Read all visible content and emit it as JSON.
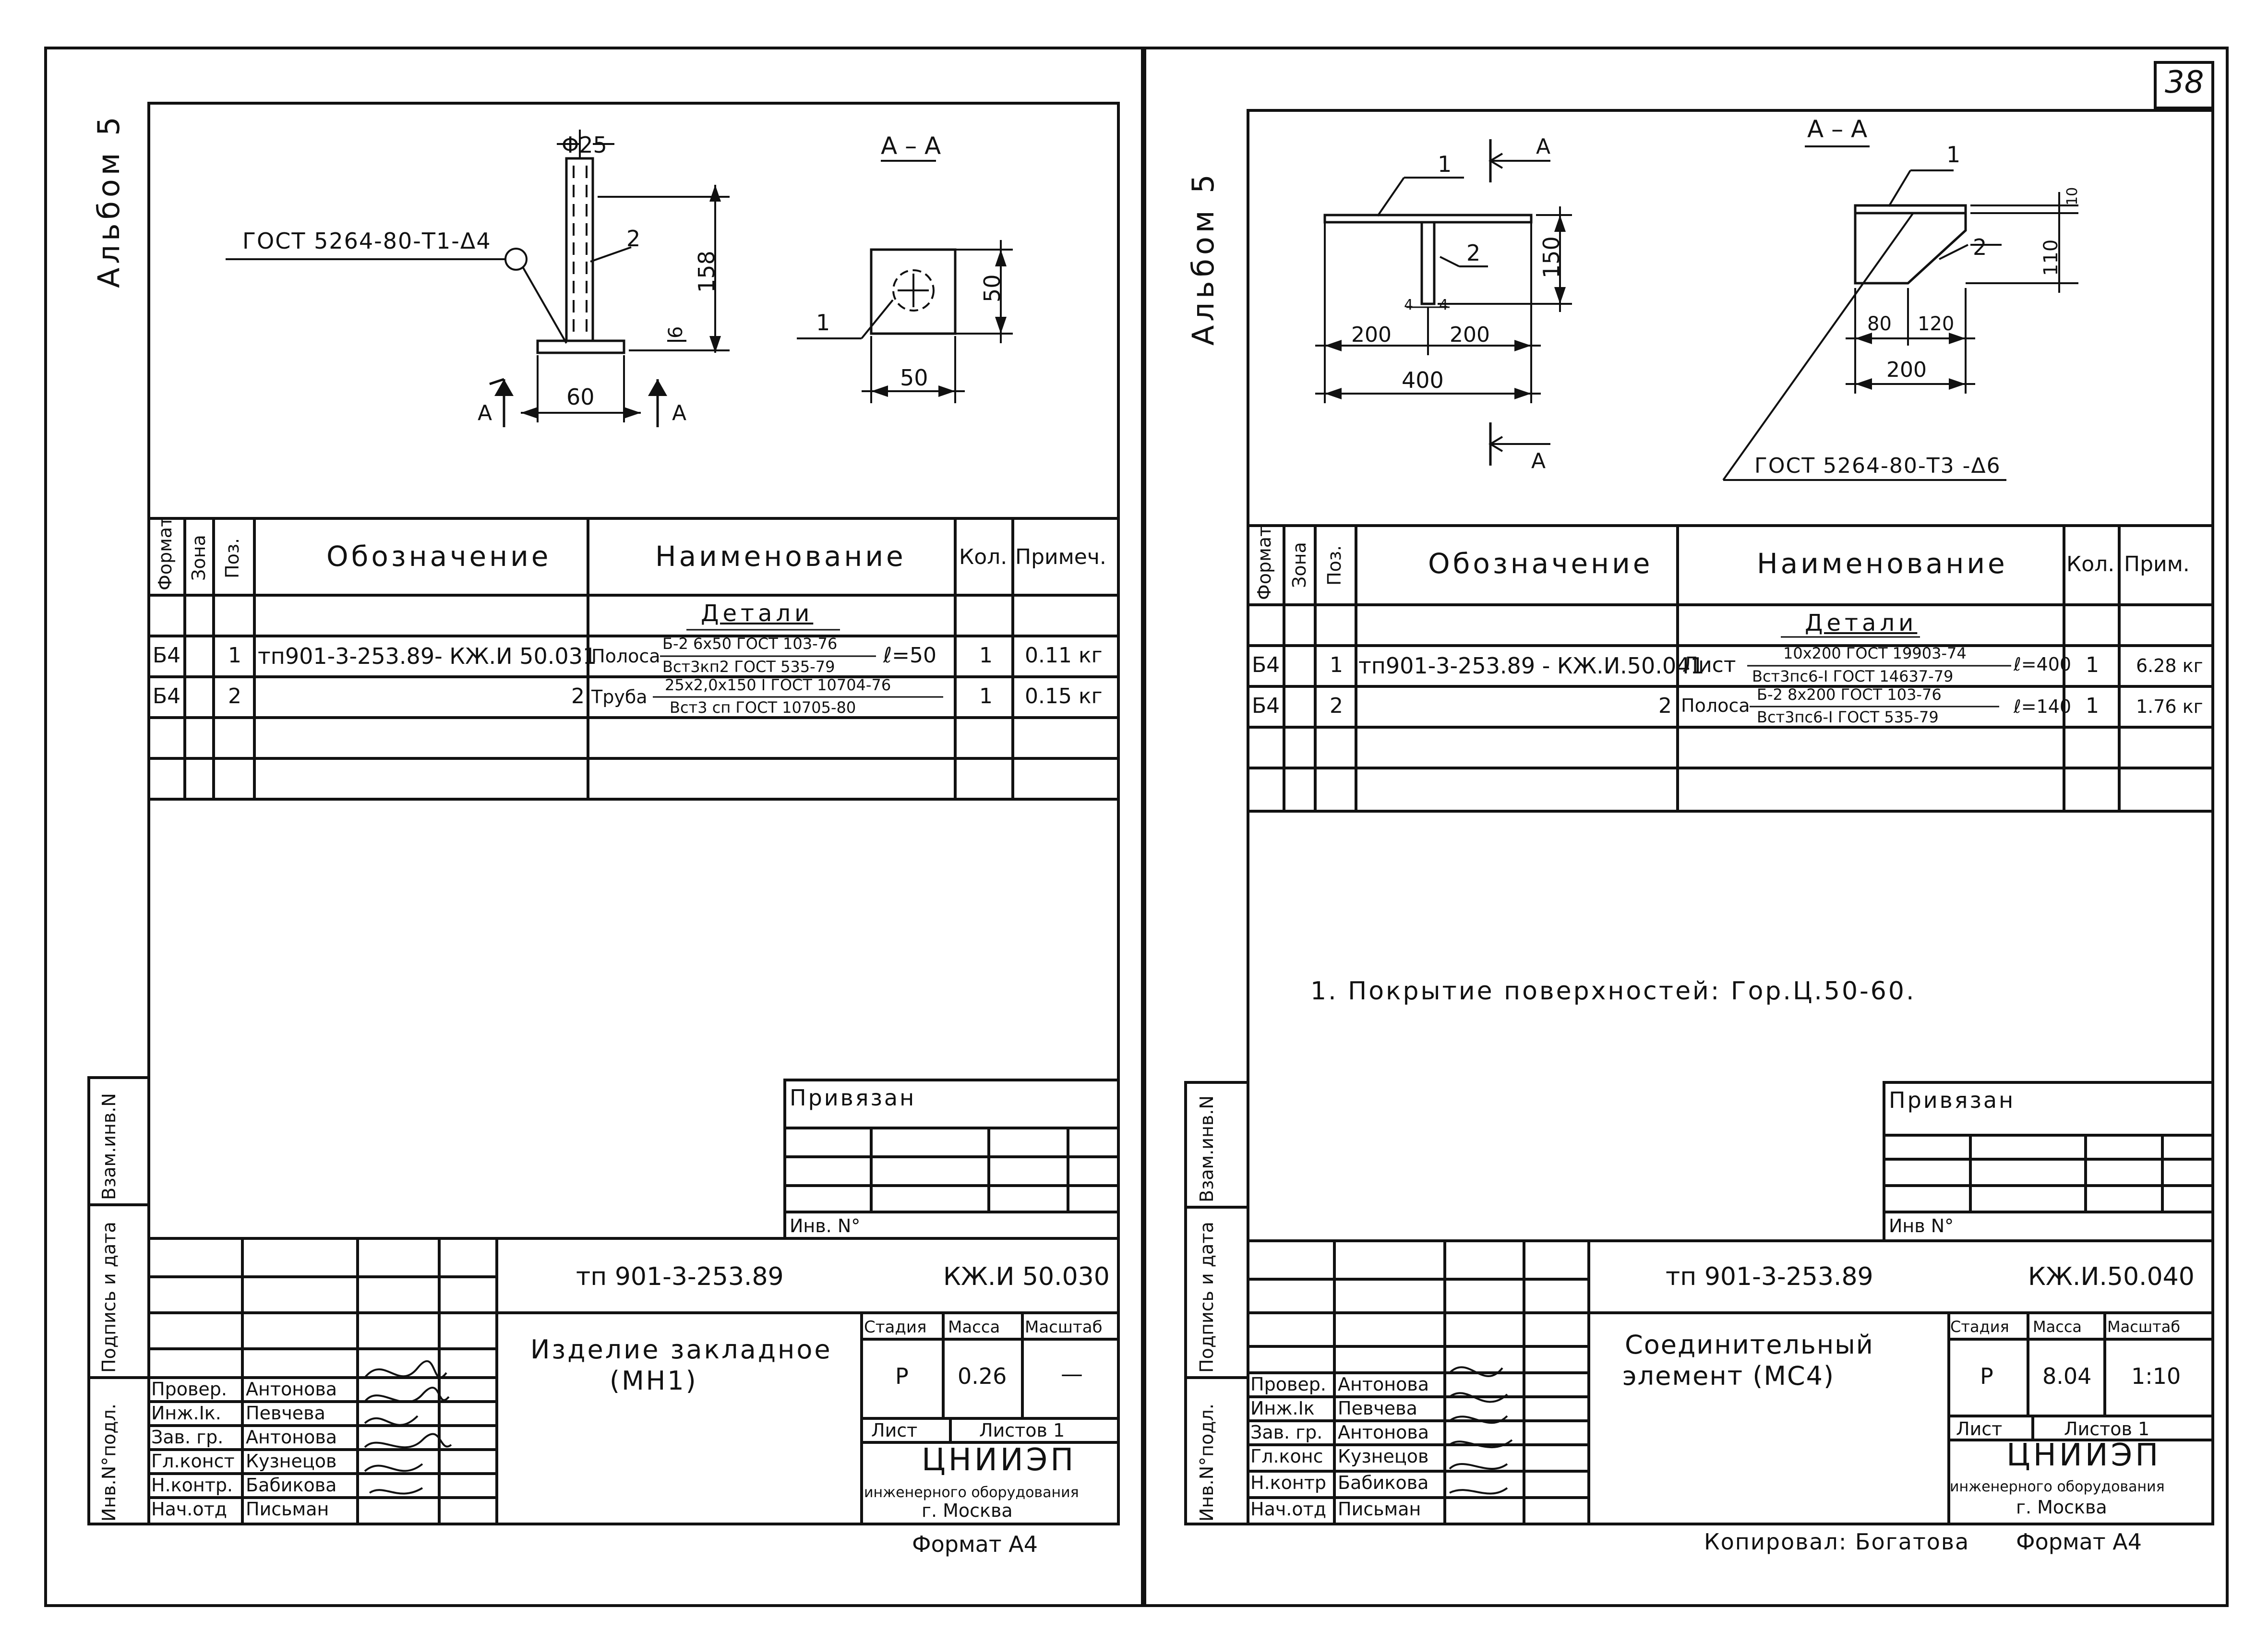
{
  "sheet_number": "38",
  "left": {
    "album_label": "Альбом 5",
    "drawing": {
      "d_label": "Φ25",
      "pos2": "2",
      "dim_158": "158",
      "dim_6": "6",
      "dim_60": "60",
      "cut_left": "А",
      "cut_right": "А",
      "weld_note": "ГОСТ 5264-80-Т1-Δ4",
      "section_title": "А – А",
      "sec_pos1": "1",
      "sec_dim_50v": "50",
      "sec_dim_50h": "50"
    },
    "spec": {
      "headers": {
        "format": "Формат",
        "zone": "Зона",
        "pos": "Поз.",
        "designation": "Обозначение",
        "name": "Наименование",
        "qty": "Кол.",
        "note": "Примеч."
      },
      "section_title": "Детали",
      "rows": [
        {
          "format": "Б4",
          "pos": "1",
          "designation": "тп901-3-253.89-   КЖ.И 50.031",
          "name_main": "Полоса",
          "name_num": "Б-2 6х50 ГОСТ 103-76",
          "name_den": "Вст3кп2 ГОСТ 535-79",
          "name_len": "ℓ=50",
          "qty": "1",
          "note": "0.11 кг"
        },
        {
          "format": "Б4",
          "pos": "2",
          "designation": "2",
          "name_main": "Труба",
          "name_num": "25х2,0х150 I ГОСТ 10704-76",
          "name_den": "Вст3 сп ГОСТ 10705-80",
          "name_len": "",
          "qty": "1",
          "note": "0.15 кг"
        }
      ]
    },
    "side_labels": {
      "inv_dup": "Взам.инв.N",
      "sign_date": "Подпись и дата",
      "inv_orig": "Инв.N°подл."
    },
    "privyazan": "Привязан",
    "inv_no": "Инв. N°",
    "title_block": {
      "code": "тп 901-3-253.89",
      "mark": "КЖ.И 50.030",
      "name_line1": "Изделие закладное",
      "name_line2": "(МН1)",
      "stage_h": "Стадия",
      "mass_h": "Масса",
      "scale_h": "Масштаб",
      "stage": "Р",
      "mass": "0.26",
      "scale": "—",
      "sheet_h": "Лист",
      "sheets_h": "Листов 1",
      "org": "ЦНИИЭП",
      "org_sub": "инженерного оборудования",
      "city": "г. Москва",
      "people": [
        {
          "role": "Провер.",
          "name": "Антонова"
        },
        {
          "role": "Инж.Iк.",
          "name": "Певчева"
        },
        {
          "role": "Зав. гр.",
          "name": "Антонова"
        },
        {
          "role": "Гл.конст",
          "name": "Кузнецов"
        },
        {
          "role": "Н.контр.",
          "name": "Бабикова"
        },
        {
          "role": "Нач.отд",
          "name": "Письман"
        }
      ]
    },
    "format": "Формат А4"
  },
  "right": {
    "album_label": "Альбом 5",
    "drawing": {
      "pos1": "1",
      "pos2": "2",
      "cut_top": "А",
      "cut_bottom": "А",
      "dim_150": "150",
      "dim_4a": "4",
      "dim_4b": "4",
      "dim_200a": "200",
      "dim_200b": "200",
      "dim_400": "400",
      "section_title": "А – А",
      "sec_pos1": "1",
      "sec_pos2": "2",
      "sec_dim_10": "10",
      "sec_dim_110": "110",
      "sec_dim_80": "80",
      "sec_dim_120": "120",
      "sec_dim_200": "200",
      "weld_note": "ГОСТ 5264-80-Т3 -Δ6"
    },
    "spec": {
      "headers": {
        "format": "Формат",
        "zone": "Зона",
        "pos": "Поз.",
        "designation": "Обозначение",
        "name": "Наименование",
        "qty": "Кол.",
        "note": "Прим."
      },
      "section_title": "Детали",
      "rows": [
        {
          "format": "Б4",
          "pos": "1",
          "designation": "тп901-3-253.89 - КЖ.И.50.041",
          "name_main": "Лист",
          "name_num": "10х200 ГОСТ 19903-74",
          "name_den": "Вст3пс6-I ГОСТ 14637-79",
          "name_len": "ℓ=400",
          "qty": "1",
          "note": "6.28 кг"
        },
        {
          "format": "Б4",
          "pos": "2",
          "designation": "2",
          "name_main": "Полоса",
          "name_num": "Б-2 8х200 ГОСТ 103-76",
          "name_den": "Вст3пс6-I ГОСТ 535-79",
          "name_len": "ℓ=140",
          "qty": "1",
          "note": "1.76 кг"
        }
      ]
    },
    "note": "1. Покрытие поверхностей: Гор.Ц.50-60.",
    "side_labels": {
      "inv_dup": "Взам.инв.N",
      "sign_date": "Подпись и дата",
      "inv_orig": "Инв.N°подл."
    },
    "privyazan": "Привязан",
    "inv_no": "Инв N°",
    "title_block": {
      "code": "тп 901-3-253.89",
      "mark": "КЖ.И.50.040",
      "name_line1": "Соединительный",
      "name_line2": "элемент (МС4)",
      "stage_h": "Стадия",
      "mass_h": "Масса",
      "scale_h": "Масштаб",
      "stage": "Р",
      "mass": "8.04",
      "scale": "1:10",
      "sheet_h": "Лист",
      "sheets_h": "Листов 1",
      "org": "ЦНИИЭП",
      "org_sub": "инженерного оборудования",
      "city": "г. Москва",
      "people": [
        {
          "role": "Провер.",
          "name": "Антонова"
        },
        {
          "role": "Инж.Iк",
          "name": "Певчева"
        },
        {
          "role": "Зав. гр.",
          "name": "Антонова"
        },
        {
          "role": "Гл.конс",
          "name": "Кузнецов"
        },
        {
          "role": "Н.контр",
          "name": "Бабикова"
        },
        {
          "role": "Нач.отд",
          "name": "Письман"
        }
      ]
    },
    "copied": "Копировал: Богатова",
    "format": "Формат А4"
  }
}
